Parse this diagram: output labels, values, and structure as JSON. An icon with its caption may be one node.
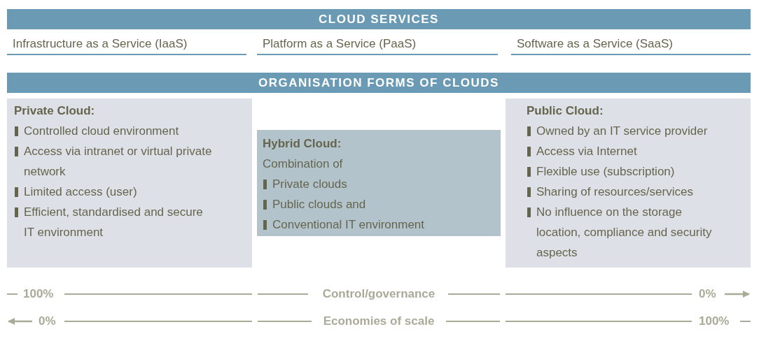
{
  "diagram": {
    "nodes": [
      {
        "text": [
          "CLOUD SERVICES"
        ]
      },
      {
        "text": [
          "Infrastructure as a Service (IaaS)"
        ]
      },
      {
        "text": [
          "Platform as a Service (PaaS)"
        ]
      },
      {
        "text": [
          "Software as a Service (SaaS)"
        ]
      },
      {
        "text": [
          "ORGANISATION FORMS OF CLOUDS"
        ]
      },
      {
        "text": [
          "Private Cloud:",
          "Controlled cloud environment",
          "Access via intranet or virtual private network",
          "Limited access (user)",
          "Efficient, standardised and secure IT environment"
        ]
      },
      {
        "text": [
          "Public Cloud:",
          "Owned by an IT service provider",
          "Access via Internet",
          "Flexible use (subscription)",
          "Sharing of resources/services",
          "No influence on the storage location, compliance and security aspects"
        ]
      },
      {
        "text": [
          "Hybrid Cloud:",
          "Combination of",
          "Private clouds",
          "Public clouds and",
          "Conventional IT environment"
        ]
      }
    ],
    "edges": [],
    "labels": [
      "100%",
      "Control/governance",
      "0%",
      "0%",
      "Economies of scale",
      "100%"
    ]
  }
}
